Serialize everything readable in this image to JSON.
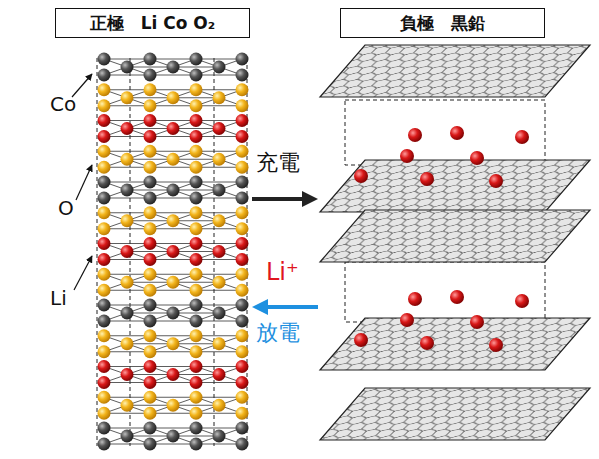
{
  "diagram": {
    "nodes": [
      {
        "text": [
          "正極　Li Co O₂"
        ]
      },
      {
        "text": [
          "負極　黒鉛"
        ]
      }
    ],
    "labels": [
      "Co",
      "O",
      "Li",
      "充電",
      "Li⁺",
      "放電"
    ]
  }
}
